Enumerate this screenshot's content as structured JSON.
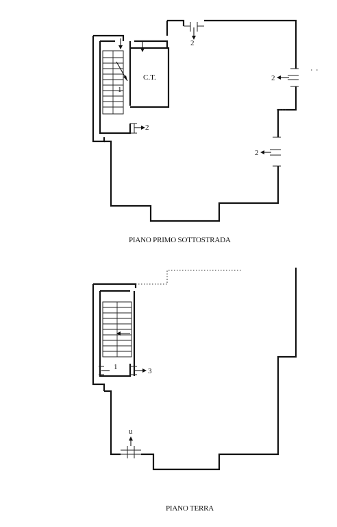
{
  "plans": [
    {
      "title": "PIANO PRIMO SOTTOSTRADA",
      "room_label": "C.T.",
      "stair_label": "1",
      "markers": [
        "2",
        "2",
        "2",
        "2"
      ]
    },
    {
      "title": "PIANO TERRA",
      "stair_label": "1",
      "markers": [
        "3",
        "u"
      ]
    }
  ]
}
